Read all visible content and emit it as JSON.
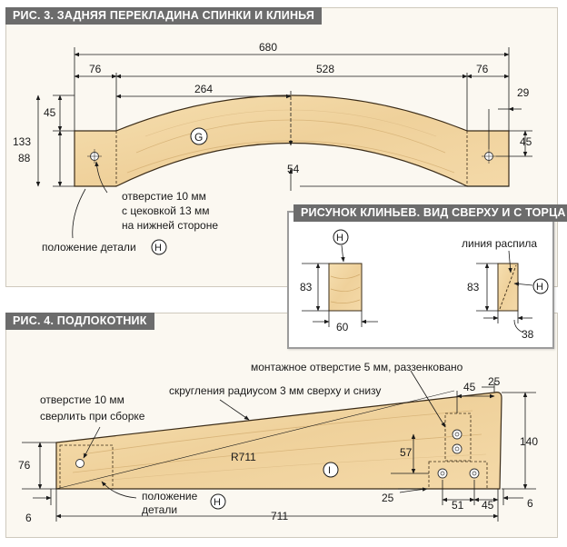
{
  "fig3": {
    "title": "РИС. 3. ЗАДНЯЯ ПЕРЕКЛАДИНА СПИНКИ И КЛИНЬЯ",
    "dims": {
      "overall": "680",
      "left_end": "76",
      "middle": "528",
      "right_end": "76",
      "to_center": "264",
      "height_total": "133",
      "height_top": "45",
      "height_bottom": "88",
      "arch_depth": "54",
      "hole_right_side": "29",
      "hole_right_down": "45"
    },
    "part_label": "G",
    "hole_note": [
      "отверстие 10 мм",
      "с цековкой 13 мм",
      "на нижней стороне"
    ],
    "position_note": "положение детали",
    "position_ref": "H"
  },
  "wedge": {
    "title": "РИСУНОК КЛИНЬЕВ. ВИД СВЕРХУ И С ТОРЦА",
    "part_label": "H",
    "top_height": "83",
    "top_width": "60",
    "cut_line": "линия распила",
    "end_height": "83",
    "end_width": "38"
  },
  "fig4": {
    "title": "РИС. 4. ПОДЛОКОТНИК",
    "mount_note": "монтажное отверстие 5 мм, раззенковано",
    "round_note": "скругления радиусом 3 мм сверху и снизу",
    "hole_note": [
      "отверстие 10 мм",
      "сверлить при сборке"
    ],
    "radius": "R711",
    "part_label": "I",
    "position_note": [
      "положение",
      "детали"
    ],
    "position_ref": "H",
    "dims": {
      "left_height": "76",
      "left_offset": "6",
      "overall": "711",
      "right_height": "140",
      "right_offset": "6",
      "top_right": "25",
      "hole_from_right": "45",
      "hole_height": "57",
      "bottom_25": "25",
      "bottom_51": "51",
      "bottom_45": "45"
    }
  },
  "colors": {
    "header": "#6c6c6c",
    "wood": "#f3d9a6",
    "panel": "#fbf8f1"
  }
}
